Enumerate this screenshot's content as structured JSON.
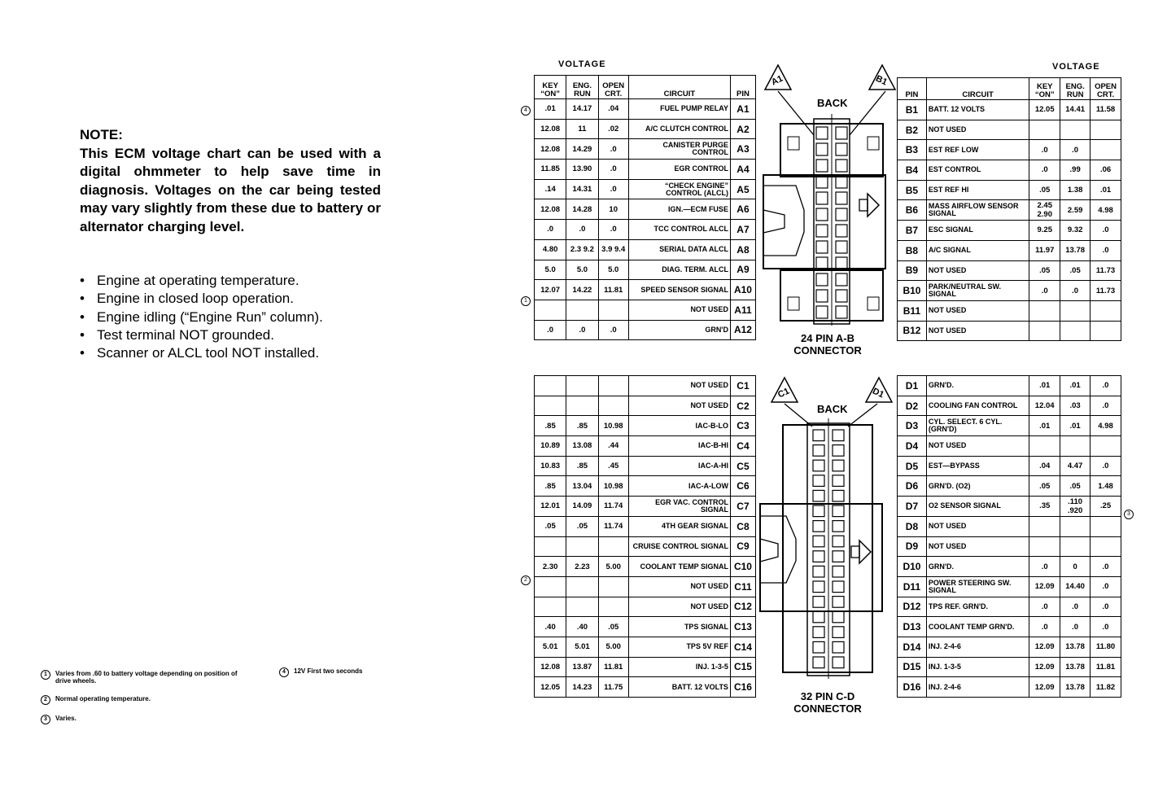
{
  "note": {
    "title": "NOTE:",
    "text": "This ECM voltage chart can be used with a digital ohmmeter to help save time in diagnosis. Voltages on the car being tested may vary slightly from these due to battery or alternator charging level."
  },
  "bullets": [
    "Engine at operating temperature.",
    "Engine in closed loop operation.",
    "Engine idling (“Engine Run” column).",
    "Test terminal NOT grounded.",
    "Scanner or ALCL tool NOT installed."
  ],
  "footnotes": [
    {
      "mark": "1",
      "text": "Varies from .60 to battery voltage depending on position of drive wheels."
    },
    {
      "mark": "2",
      "text": "Normal operating temperature."
    },
    {
      "mark": "3",
      "text": "Varies."
    },
    {
      "mark": "4",
      "text": "12V First two seconds"
    }
  ],
  "headers": {
    "voltage": "VOLTAGE",
    "key_on": "KEY “ON”",
    "eng_run": "ENG. RUN",
    "open_crt": "OPEN CRT.",
    "circuit": "CIRCUIT",
    "pin": "PIN"
  },
  "connectors": {
    "ab": {
      "back": "BACK",
      "label": "24 PIN A-B CONNECTOR",
      "left_tag": "A1",
      "right_tag": "B1"
    },
    "cd": {
      "back": "BACK",
      "label": "32 PIN C-D CONNECTOR",
      "left_tag": "C1",
      "right_tag": "D1"
    }
  },
  "table_a": [
    {
      "key": ".01",
      "run": "14.17",
      "open": ".04",
      "circuit": "FUEL PUMP RELAY",
      "pin": "A1",
      "note": "4"
    },
    {
      "key": "12.08",
      "run": "11",
      "open": ".02",
      "circuit": "A/C CLUTCH CONTROL",
      "pin": "A2"
    },
    {
      "key": "12.08",
      "run": "14.29",
      "open": ".0",
      "circuit": "CANISTER PURGE CONTROL",
      "pin": "A3"
    },
    {
      "key": "11.85",
      "run": "13.90",
      "open": ".0",
      "circuit": "EGR CONTROL",
      "pin": "A4"
    },
    {
      "key": ".14",
      "run": "14.31",
      "open": ".0",
      "circuit": "“CHECK ENGINE” CONTROL (ALCL)",
      "pin": "A5"
    },
    {
      "key": "12.08",
      "run": "14.28",
      "open": "10",
      "circuit": "IGN.—ECM FUSE",
      "pin": "A6"
    },
    {
      "key": ".0",
      "run": ".0",
      "open": ".0",
      "circuit": "TCC CONTROL ALCL",
      "pin": "A7"
    },
    {
      "key": "4.80",
      "run": "2.3 9.2",
      "open": "3.9 9.4",
      "circuit": "SERIAL DATA ALCL",
      "pin": "A8"
    },
    {
      "key": "5.0",
      "run": "5.0",
      "open": "5.0",
      "circuit": "DIAG. TERM. ALCL",
      "pin": "A9"
    },
    {
      "key": "12.07",
      "run": "14.22",
      "open": "11.81",
      "circuit": "SPEED SENSOR SIGNAL",
      "pin": "A10",
      "note": "1"
    },
    {
      "key": "",
      "run": "",
      "open": "",
      "circuit": "NOT USED",
      "pin": "A11"
    },
    {
      "key": ".0",
      "run": ".0",
      "open": ".0",
      "circuit": "GRN'D",
      "pin": "A12"
    }
  ],
  "table_b": [
    {
      "pin": "B1",
      "circuit": "BATT. 12 VOLTS",
      "key": "12.05",
      "run": "14.41",
      "open": "11.58"
    },
    {
      "pin": "B2",
      "circuit": "NOT USED",
      "key": "",
      "run": "",
      "open": ""
    },
    {
      "pin": "B3",
      "circuit": "EST REF LOW",
      "key": ".0",
      "run": ".0",
      "open": ""
    },
    {
      "pin": "B4",
      "circuit": "EST CONTROL",
      "key": ".0",
      "run": ".99",
      "open": ".06"
    },
    {
      "pin": "B5",
      "circuit": "EST REF HI",
      "key": ".05",
      "run": "1.38",
      "open": ".01"
    },
    {
      "pin": "B6",
      "circuit": "MASS AIRFLOW SENSOR SIGNAL",
      "key": "2.45 2.90",
      "run": "2.59",
      "open": "4.98"
    },
    {
      "pin": "B7",
      "circuit": "ESC SIGNAL",
      "key": "9.25",
      "run": "9.32",
      "open": ".0"
    },
    {
      "pin": "B8",
      "circuit": "A/C SIGNAL",
      "key": "11.97",
      "run": "13.78",
      "open": ".0"
    },
    {
      "pin": "B9",
      "circuit": "NOT USED",
      "key": ".05",
      "run": ".05",
      "open": "11.73"
    },
    {
      "pin": "B10",
      "circuit": "PARK/NEUTRAL SW. SIGNAL",
      "key": ".0",
      "run": ".0",
      "open": "11.73"
    },
    {
      "pin": "B11",
      "circuit": "NOT USED",
      "key": "",
      "run": "",
      "open": ""
    },
    {
      "pin": "B12",
      "circuit": "NOT USED",
      "key": "",
      "run": "",
      "open": ""
    }
  ],
  "table_c": [
    {
      "key": "",
      "run": "",
      "open": "",
      "circuit": "NOT USED",
      "pin": "C1"
    },
    {
      "key": "",
      "run": "",
      "open": "",
      "circuit": "NOT USED",
      "pin": "C2"
    },
    {
      "key": ".85",
      "run": ".85",
      "open": "10.98",
      "circuit": "IAC-B-LO",
      "pin": "C3"
    },
    {
      "key": "10.89",
      "run": "13.08",
      "open": ".44",
      "circuit": "IAC-B-HI",
      "pin": "C4"
    },
    {
      "key": "10.83",
      "run": ".85",
      "open": ".45",
      "circuit": "IAC-A-HI",
      "pin": "C5"
    },
    {
      "key": ".85",
      "run": "13.04",
      "open": "10.98",
      "circuit": "IAC-A-LOW",
      "pin": "C6"
    },
    {
      "key": "12.01",
      "run": "14.09",
      "open": "11.74",
      "circuit": "EGR VAC. CONTROL SIGNAL",
      "pin": "C7"
    },
    {
      "key": ".05",
      "run": ".05",
      "open": "11.74",
      "circuit": "4TH GEAR SIGNAL",
      "pin": "C8"
    },
    {
      "key": "",
      "run": "",
      "open": "",
      "circuit": "CRUISE CONTROL SIGNAL",
      "pin": "C9"
    },
    {
      "key": "2.30",
      "run": "2.23",
      "open": "5.00",
      "circuit": "COOLANT TEMP SIGNAL",
      "pin": "C10",
      "note": "2"
    },
    {
      "key": "",
      "run": "",
      "open": "",
      "circuit": "NOT USED",
      "pin": "C11"
    },
    {
      "key": "",
      "run": "",
      "open": "",
      "circuit": "NOT USED",
      "pin": "C12"
    },
    {
      "key": ".40",
      "run": ".40",
      "open": ".05",
      "circuit": "TPS SIGNAL",
      "pin": "C13"
    },
    {
      "key": "5.01",
      "run": "5.01",
      "open": "5.00",
      "circuit": "TPS 5V REF",
      "pin": "C14"
    },
    {
      "key": "12.08",
      "run": "13.87",
      "open": "11.81",
      "circuit": "INJ. 1-3-5",
      "pin": "C15"
    },
    {
      "key": "12.05",
      "run": "14.23",
      "open": "11.75",
      "circuit": "BATT. 12 VOLTS",
      "pin": "C16"
    }
  ],
  "table_d": [
    {
      "pin": "D1",
      "circuit": "GRN'D.",
      "key": ".01",
      "run": ".01",
      "open": ".0"
    },
    {
      "pin": "D2",
      "circuit": "COOLING FAN CONTROL",
      "key": "12.04",
      "run": ".03",
      "open": ".0"
    },
    {
      "pin": "D3",
      "circuit": "CYL. SELECT. 6 CYL. (GRN'D)",
      "key": ".01",
      "run": ".01",
      "open": "4.98"
    },
    {
      "pin": "D4",
      "circuit": "NOT USED",
      "key": "",
      "run": "",
      "open": ""
    },
    {
      "pin": "D5",
      "circuit": "EST—BYPASS",
      "key": ".04",
      "run": "4.47",
      "open": ".0"
    },
    {
      "pin": "D6",
      "circuit": "GRN'D. (O2)",
      "key": ".05",
      "run": ".05",
      "open": "1.48"
    },
    {
      "pin": "D7",
      "circuit": "O2 SENSOR SIGNAL",
      "key": ".35",
      "run": ".110 .920",
      "open": ".25",
      "note": "3"
    },
    {
      "pin": "D8",
      "circuit": "NOT USED",
      "key": "",
      "run": "",
      "open": ""
    },
    {
      "pin": "D9",
      "circuit": "NOT USED",
      "key": "",
      "run": "",
      "open": ""
    },
    {
      "pin": "D10",
      "circuit": "GRN'D.",
      "key": ".0",
      "run": "0",
      "open": ".0"
    },
    {
      "pin": "D11",
      "circuit": "POWER STEERING SW. SIGNAL",
      "key": "12.09",
      "run": "14.40",
      "open": ".0"
    },
    {
      "pin": "D12",
      "circuit": "TPS REF. GRN'D.",
      "key": ".0",
      "run": ".0",
      "open": ".0"
    },
    {
      "pin": "D13",
      "circuit": "COOLANT TEMP GRN'D.",
      "key": ".0",
      "run": ".0",
      "open": ".0"
    },
    {
      "pin": "D14",
      "circuit": "INJ. 2-4-6",
      "key": "12.09",
      "run": "13.78",
      "open": "11.80"
    },
    {
      "pin": "D15",
      "circuit": "INJ. 1-3-5",
      "key": "12.09",
      "run": "13.78",
      "open": "11.81"
    },
    {
      "pin": "D16",
      "circuit": "INJ. 2-4-6",
      "key": "12.09",
      "run": "13.78",
      "open": "11.82"
    }
  ]
}
